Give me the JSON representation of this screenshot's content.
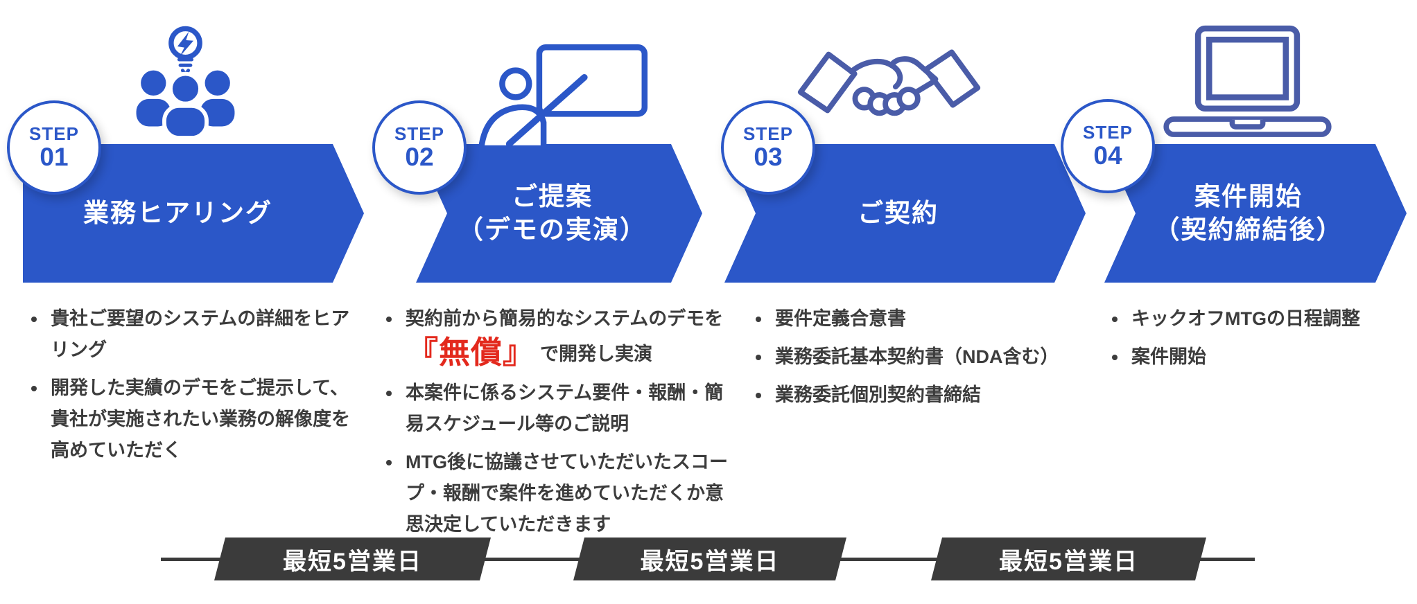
{
  "theme": {
    "accent_blue": "#2B57C8",
    "text_dark": "#3C3C3C",
    "highlight_red": "#E3291D",
    "banner_dark": "#3B3B3B"
  },
  "steps": [
    {
      "step_label": "STEP",
      "step_number": "01",
      "icon": "team-idea-icon",
      "title_lines": [
        "業務ヒアリング"
      ],
      "bullets": [
        {
          "text": "貴社ご要望のシステムの詳細をヒアリング"
        },
        {
          "text": "開発した実績のデモをご提示して、貴社が実施されたい業務の解像度を高めていただく"
        }
      ]
    },
    {
      "step_label": "STEP",
      "step_number": "02",
      "icon": "presentation-icon",
      "title_lines": [
        "ご提案",
        "（デモの実演）"
      ],
      "bullets": [
        {
          "prefix": "契約前から簡易的なシステムのデモを",
          "highlight": "『無償』",
          "suffix": "で開発し実演"
        },
        {
          "text": "本案件に係るシステム要件・報酬・簡易スケジュール等のご説明"
        },
        {
          "text": "MTG後に協議させていただいたスコープ・報酬で案件を進めていただくか意思決定していただきます"
        }
      ]
    },
    {
      "step_label": "STEP",
      "step_number": "03",
      "icon": "handshake-icon",
      "title_lines": [
        "ご契約"
      ],
      "bullets": [
        {
          "text": "要件定義合意書"
        },
        {
          "text": "業務委託基本契約書（NDA含む）"
        },
        {
          "text": "業務委託個別契約書締結"
        }
      ]
    },
    {
      "step_label": "STEP",
      "step_number": "04",
      "icon": "laptop-icon",
      "title_lines": [
        "案件開始",
        "（契約締結後）"
      ],
      "bullets": [
        {
          "text": "キックオフMTGの日程調整"
        },
        {
          "text": "案件開始"
        }
      ]
    }
  ],
  "duration_badges": [
    {
      "label": "最短5営業日"
    },
    {
      "label": "最短5営業日"
    },
    {
      "label": "最短5営業日"
    }
  ]
}
